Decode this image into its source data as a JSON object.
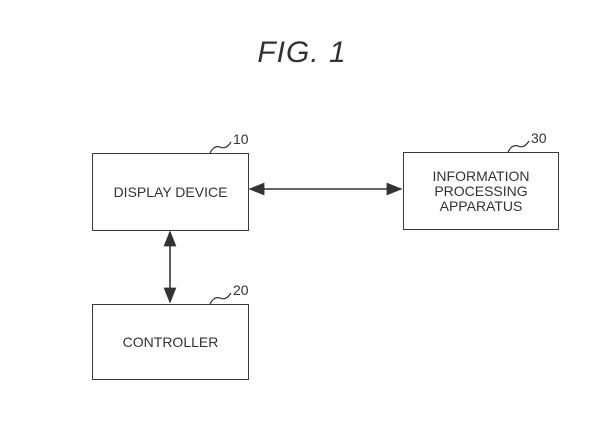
{
  "figure_title": "FIG. 1",
  "blocks": [
    {
      "id": "display-device",
      "label": "DISPLAY DEVICE",
      "ref": "10"
    },
    {
      "id": "controller",
      "label": "CONTROLLER",
      "ref": "20"
    },
    {
      "id": "information-processing-apparatus",
      "label": "INFORMATION\nPROCESSING\nAPPARATUS",
      "ref": "30"
    }
  ],
  "connections": [
    {
      "from": "display-device",
      "to": "information-processing-apparatus",
      "type": "bidirectional"
    },
    {
      "from": "display-device",
      "to": "controller",
      "type": "bidirectional"
    }
  ]
}
